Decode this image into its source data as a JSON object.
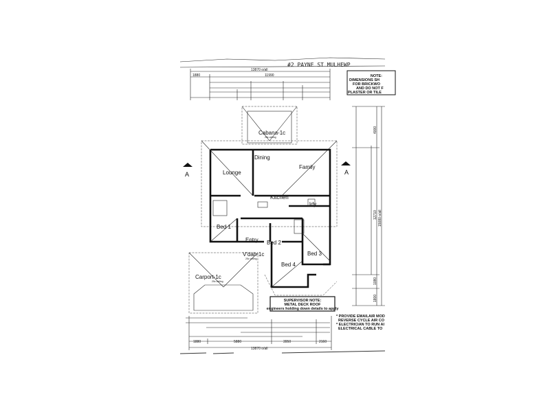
{
  "header": {
    "handwritten_address": "#2 PAYNE ST MULHEWP"
  },
  "dimensions": {
    "top_overall": "13870 o/all",
    "top_main": "11990",
    "top_left": "1880",
    "bottom_parts": [
      "1880",
      "5880",
      "3950",
      "2160"
    ],
    "bottom_overall": "13870 o/all",
    "right_parts": [
      "4000",
      "12710",
      "15080 o/all",
      "1080",
      "1800"
    ]
  },
  "rooms": {
    "cabana": "Cabana-1c",
    "cabana_ceiling": "25c ceiling",
    "dining": "Dining",
    "lounge": "Lounge",
    "family": "Family",
    "kitchen": "Kitchen",
    "laundry": "ldy",
    "bed1": "Bed 1",
    "entry": "Entry",
    "bed2": "Bed 2",
    "bed3": "Bed 3",
    "bed4": "Bed 4",
    "verandah": "V'dah-1c",
    "verandah_ceiling": "25c ceiling",
    "carport": "Carport-1c",
    "carport_ceiling": "25c ceiling"
  },
  "section_markers": [
    "A",
    "A"
  ],
  "note_box": {
    "lines": [
      "NOTE:",
      "DIMENSIONS SH",
      "FOR BRICKWO",
      "AND DO NOT F",
      "PLASTER OR TILE"
    ]
  },
  "supervisor_note": {
    "title": "SUPERVISOR NOTE:",
    "line1": "METAL DECK ROOF",
    "line2": "engineers holding down details to apply"
  },
  "bottom_notes": {
    "lines": [
      "* PROVIDE EMAILAIR MOD",
      "REVERSE CYCLE AIR CO",
      "* ELECTRICIAN TO RUN AI",
      "ELECTRICAL CABLE TO"
    ]
  }
}
